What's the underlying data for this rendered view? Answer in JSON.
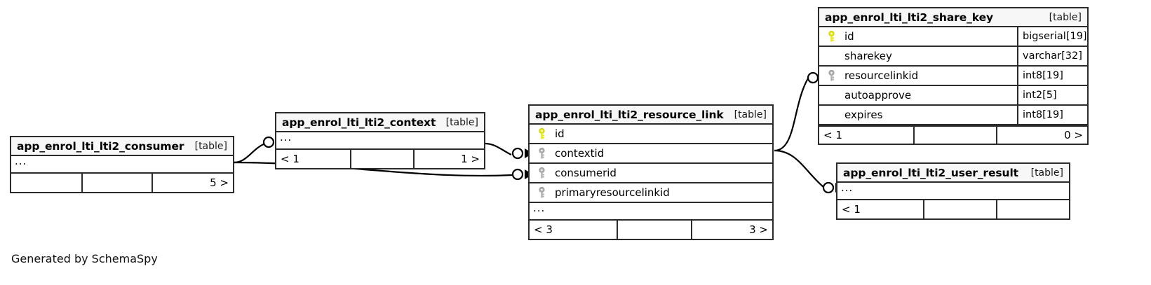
{
  "diagram": {
    "caption": "Generated by SchemaSpy",
    "table_tag": "[table]",
    "ellipsis": "...",
    "colors": {
      "primary_key": "#e8e80d",
      "foreign_key": "#b0b0b0",
      "border": "#2b2b2b",
      "title_bg": "#f7f7f7",
      "background": "#ffffff",
      "edge": "#000000"
    }
  },
  "tables": {
    "consumer": {
      "name": "app_enrol_lti_lti2_consumer",
      "tag": "[table]",
      "columns": [],
      "ellipsis": "...",
      "footer": [
        "",
        "",
        "5 >"
      ]
    },
    "context": {
      "name": "app_enrol_lti_lti2_context",
      "tag": "[table]",
      "columns": [],
      "ellipsis": "...",
      "footer": [
        "< 1",
        "",
        "1 >"
      ]
    },
    "resource_link": {
      "name": "app_enrol_lti_lti2_resource_link",
      "tag": "[table]",
      "columns": [
        {
          "key": "primary",
          "name": "id",
          "type": ""
        },
        {
          "key": "foreign",
          "name": "contextid",
          "type": ""
        },
        {
          "key": "foreign",
          "name": "consumerid",
          "type": ""
        },
        {
          "key": "foreign",
          "name": "primaryresourcelinkid",
          "type": ""
        }
      ],
      "ellipsis": "...",
      "footer": [
        "< 3",
        "",
        "3 >"
      ]
    },
    "share_key": {
      "name": "app_enrol_lti_lti2_share_key",
      "tag": "[table]",
      "columns": [
        {
          "key": "primary",
          "name": "id",
          "type": "bigserial[19]"
        },
        {
          "key": "none",
          "name": "sharekey",
          "type": "varchar[32]"
        },
        {
          "key": "foreign",
          "name": "resourcelinkid",
          "type": "int8[19]"
        },
        {
          "key": "none",
          "name": "autoapprove",
          "type": "int2[5]"
        },
        {
          "key": "none",
          "name": "expires",
          "type": "int8[19]"
        }
      ],
      "footer": [
        "< 1",
        "",
        "0 >"
      ]
    },
    "user_result": {
      "name": "app_enrol_lti_lti2_user_result",
      "tag": "[table]",
      "columns": [],
      "ellipsis": "...",
      "footer": [
        "< 1",
        "",
        ""
      ]
    }
  },
  "relationships": [
    {
      "from": "consumer",
      "to": "context"
    },
    {
      "from": "consumer",
      "to": "resource_link"
    },
    {
      "from": "context",
      "to": "resource_link"
    },
    {
      "from": "resource_link",
      "to": "share_key"
    },
    {
      "from": "resource_link",
      "to": "user_result"
    }
  ]
}
